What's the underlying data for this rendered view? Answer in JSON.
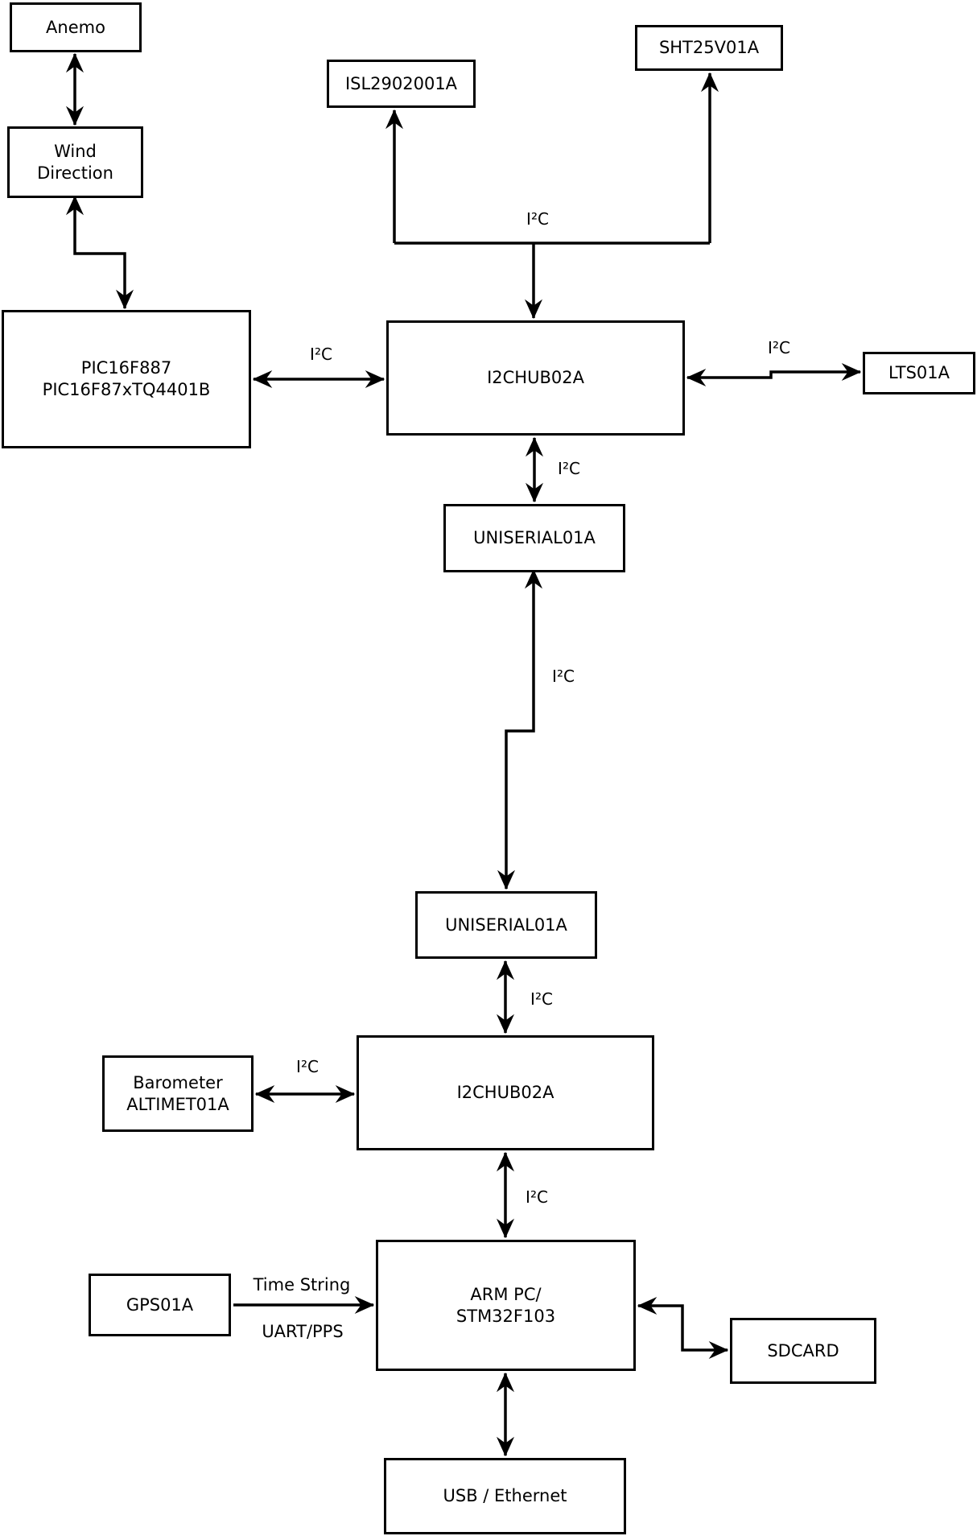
{
  "diagram": {
    "nodes": {
      "anemo": {
        "label": "Anemo"
      },
      "wind_direction": {
        "line1": "Wind",
        "line2": "Direction"
      },
      "isl": {
        "label": "ISL2902001A"
      },
      "sht": {
        "label": "SHT25V01A"
      },
      "pic": {
        "line1": "PIC16F887",
        "line2": "PIC16F87xTQ4401B"
      },
      "i2c_hub_top": {
        "label": "I2CHUB02A"
      },
      "lts": {
        "label": "LTS01A"
      },
      "uniserial_top": {
        "label": "UNISERIAL01A"
      },
      "uniserial_bottom": {
        "label": "UNISERIAL01A"
      },
      "i2c_hub_bottom": {
        "label": "I2CHUB02A"
      },
      "barometer": {
        "line1": "Barometer",
        "line2": "ALTIMET01A"
      },
      "gps": {
        "label": "GPS01A"
      },
      "arm_pc": {
        "line1": "ARM PC/",
        "line2": "STM32F103"
      },
      "sdcard": {
        "label": "SDCARD"
      },
      "usb_ethernet": {
        "label": "USB / Ethernet"
      }
    },
    "edge_labels": {
      "bus_i2c": "I²C",
      "pic_hub_i2c": "I²C",
      "hub_lts_i2c": "I²C",
      "hub_uniserial_i2c": "I²C",
      "uniserial_link_i2c": "I²C",
      "uniserial_hub2_i2c": "I²C",
      "barometer_hub2_i2c": "I²C",
      "hub2_arm_i2c": "I²C",
      "gps_time_string": "Time String",
      "gps_uart_pps": "UART/PPS"
    },
    "colors": {
      "background": "#ffffff",
      "line": "#000000",
      "box_fill": "#ffffff",
      "text": "#000000"
    }
  }
}
